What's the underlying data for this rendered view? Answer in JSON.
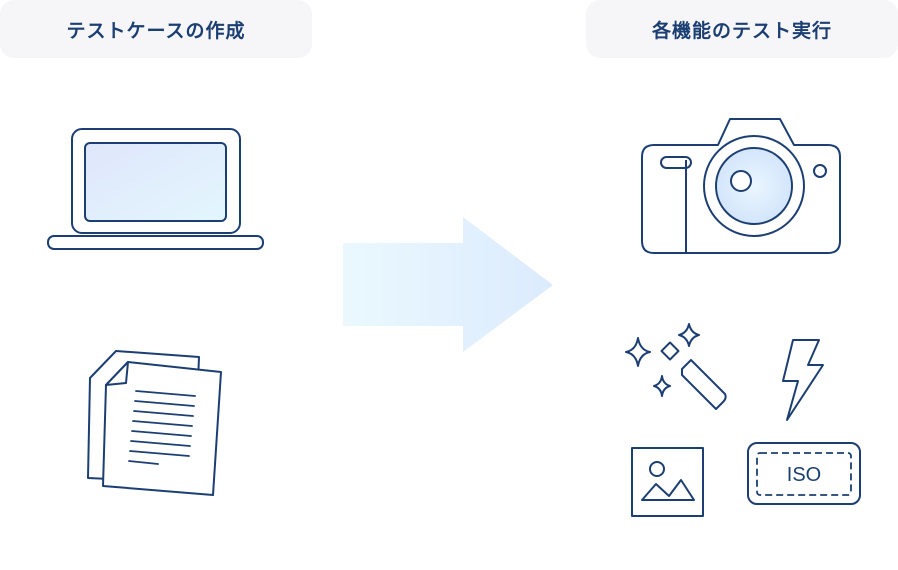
{
  "left_label": "テストケースの作成",
  "right_label": "各機能のテスト実行",
  "iso_label": "ISO",
  "icons": [
    "laptop-icon",
    "document-stack-icon",
    "arrow-right-icon",
    "camera-icon",
    "magic-wand-icon",
    "flash-icon",
    "image-icon",
    "iso-icon"
  ],
  "colors": {
    "stroke": "#1c3f73",
    "accent_light": "#e2f0fe",
    "label_bg": "#f6f6f8"
  }
}
